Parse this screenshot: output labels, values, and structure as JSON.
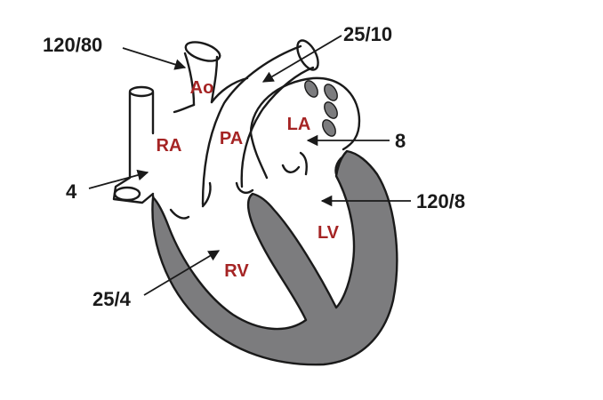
{
  "colors": {
    "chamber_label": "#a52424",
    "pressure_label": "#1a1a1a",
    "myocardium": "#7c7c7e",
    "outline": "#1a1a1a",
    "background": "#ffffff"
  },
  "chambers": {
    "ao": "Ao",
    "ra": "RA",
    "pa": "PA",
    "la": "LA",
    "rv": "RV",
    "lv": "LV"
  },
  "pressures": {
    "aorta": "120/80",
    "pulmonary_artery": "25/10",
    "left_atrium": "8",
    "right_atrium": "4",
    "left_ventricle": "120/8",
    "right_ventricle": "25/4"
  }
}
